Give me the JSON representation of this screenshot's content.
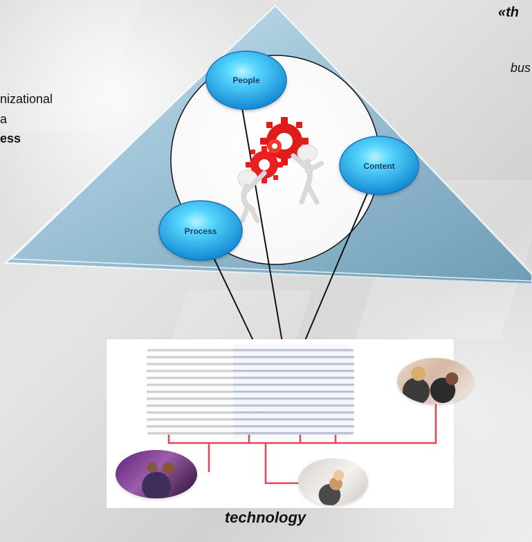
{
  "left_text": {
    "line1": "nizational",
    "line2": "a",
    "line3": "ess"
  },
  "top_right": {
    "quote": "«th",
    "business": "bus"
  },
  "diagram": {
    "nodes": {
      "people": "People",
      "content": "Content",
      "process": "Process"
    },
    "technology": "technology"
  },
  "colors": {
    "triangle": "#8db9cf",
    "triangle_edge": "#d7ecf6",
    "node_blue": "#18a9e8",
    "line": "#111111",
    "connector": "#e54557",
    "gear_red": "#ea1f1f"
  },
  "icons": {
    "gears": "gears-icon",
    "figures": "figures-icon"
  }
}
